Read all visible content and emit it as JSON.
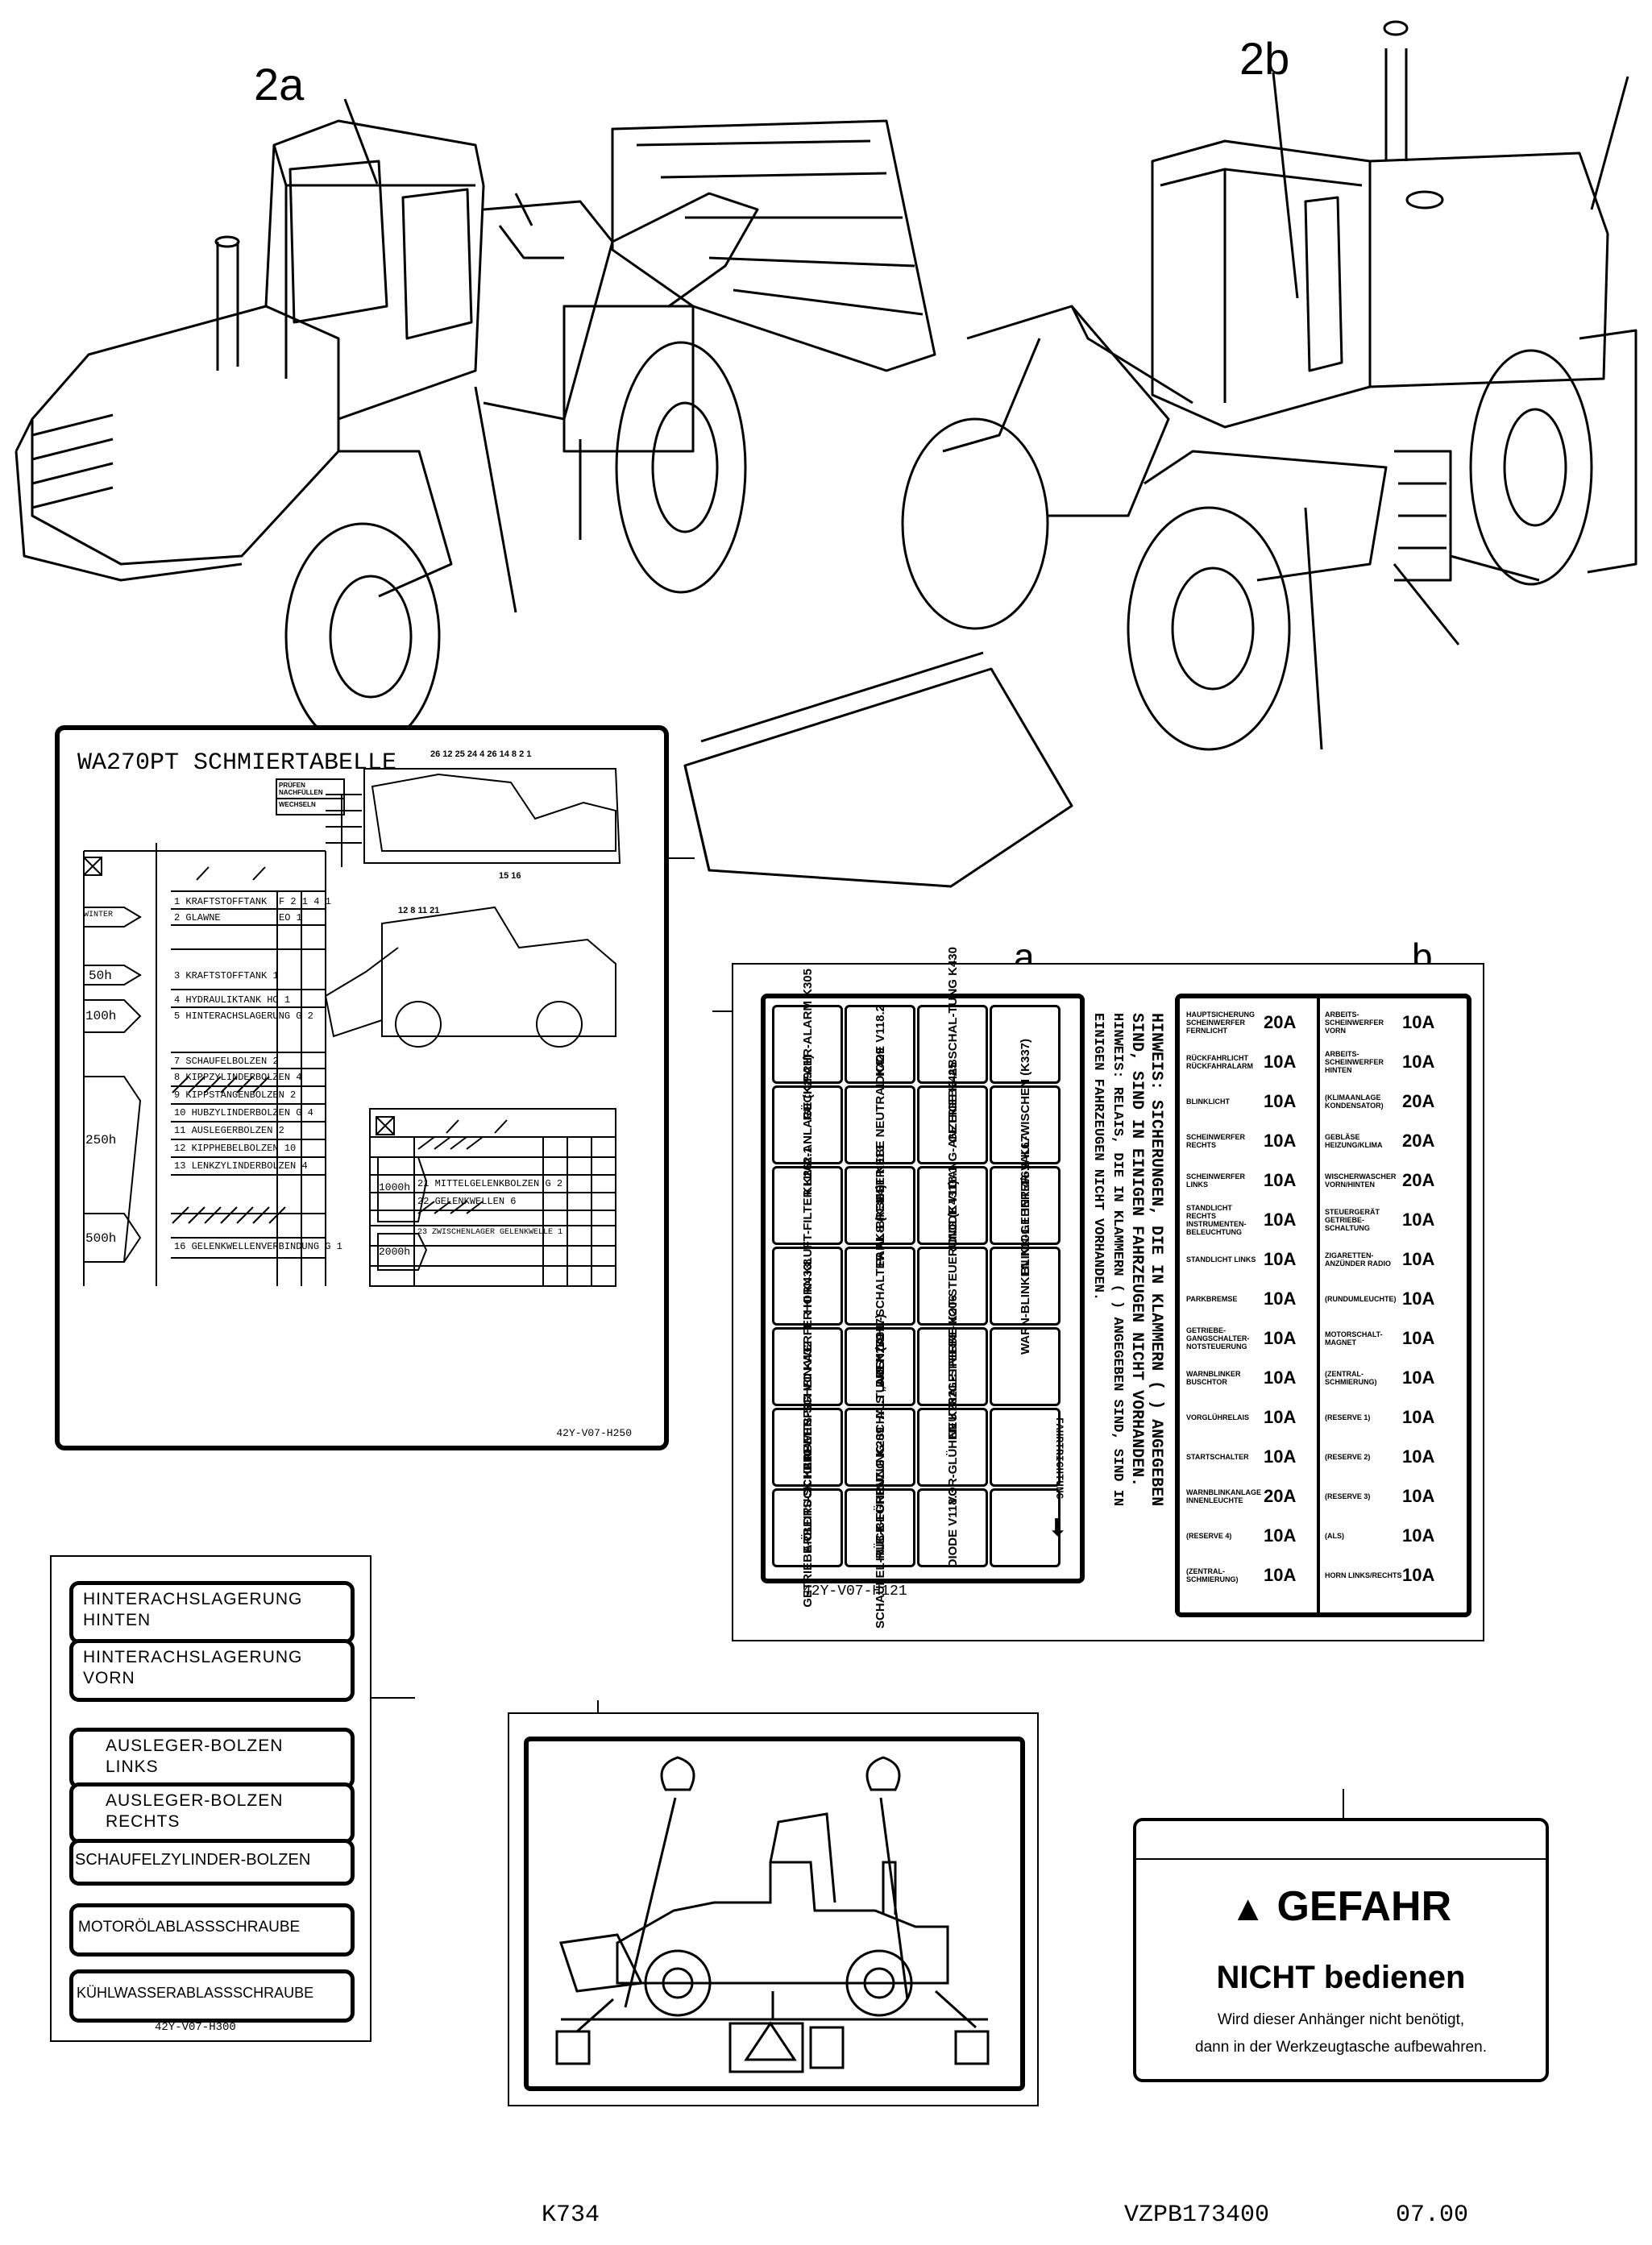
{
  "callouts": {
    "c2a": "2a",
    "c2b": "2b",
    "ca": "a",
    "cb": "b"
  },
  "schmier": {
    "title": "WA270PT SCHMIERTABELLE",
    "legend1": "PRÜFEN NACHFÜLLEN",
    "legend2": "WECHSELN",
    "intervals": [
      "WINTER",
      "50h",
      "100h",
      "250h",
      "500h",
      "1000h",
      "2000h"
    ],
    "rows": [
      {
        "no": "1",
        "name": "KRAFTSTOFFTANK",
        "col": "F",
        "val": "2 1 4",
        "q": "1"
      },
      {
        "no": "2",
        "name": "GLAWNE",
        "col": "EO",
        "val": "",
        "q": "1"
      },
      {
        "no": "3",
        "name": "KRAFTSTOFFTANK",
        "col": "",
        "val": "",
        "q": "1"
      },
      {
        "no": "4",
        "name": "HYDRAULIKTANK",
        "col": "HO",
        "val": "",
        "q": "1"
      },
      {
        "no": "5",
        "name": "HINTERACHSLAGERUNG",
        "col": "G",
        "val": "",
        "q": "2"
      },
      {
        "no": "7",
        "name": "SCHAUFELBOLZEN",
        "col": "",
        "val": "",
        "q": "2"
      },
      {
        "no": "8",
        "name": "KIPPZYLINDERBOLZEN",
        "col": "",
        "val": "",
        "q": "4"
      },
      {
        "no": "9",
        "name": "KIPPSTANGENBOLZEN",
        "col": "",
        "val": "",
        "q": "2"
      },
      {
        "no": "10",
        "name": "HUBZYLINDERBOLZEN",
        "col": "G",
        "val": "",
        "q": "4"
      },
      {
        "no": "11",
        "name": "AUSLEGERBOLZEN",
        "col": "",
        "val": "",
        "q": "2"
      },
      {
        "no": "12",
        "name": "KIPPHEBELBOLZEN",
        "col": "",
        "val": "",
        "q": "10"
      },
      {
        "no": "13",
        "name": "LENKZYLINDERBOLZEN",
        "col": "",
        "val": "",
        "q": "4"
      },
      {
        "no": "16",
        "name": "GELENKWELLENVERBINDUNG",
        "col": "G",
        "val": "",
        "q": "1"
      },
      {
        "no": "21",
        "name": "MITTELGELENKBOLZEN",
        "col": "G",
        "val": "",
        "q": "2"
      },
      {
        "no": "22",
        "name": "GELENKWELLEN",
        "col": "",
        "val": "",
        "q": "6"
      },
      {
        "no": "23",
        "name": "ZWISCHENLAGER GELENKWELLE",
        "col": "",
        "val": "",
        "q": "1"
      }
    ],
    "top_numbers": "26 12 25 24 4 26 14 8 2 1",
    "mid_numbers": "12 8 11 21",
    "bot_numbers": "15 16",
    "code": "42Y-V07-H250"
  },
  "fuse_a": {
    "cells": [
      [
        "RÜCK-FAHR-ALARM K305",
        "DIODE V118.2",
        "GETRIEBE-ABSCHAL-TUNG K430",
        ""
      ],
      [
        "KLIMA-ANLAGE (K2921)",
        "GETRIEBE NEUTRAL K429",
        "GANG-ANZEIGE K425",
        "INTER-VALL-WISCHEN (K337)"
      ],
      [
        "LUFT-FILTER K262.1",
        "PARK-BREMSE K313",
        "DIODE V118.1",
        "BLINK-GEBER 4/6.1 K67"
      ],
      [
        "HORN K8",
        "DREHZAHL-SCHALTER ALS (K314)",
        "GETRIEBE-NOT-STEUERUNG (K431)",
        "WARN-BLINKEN K101.1"
      ],
      [
        "ARBEITS-SCHEIN-WERFER HI K433",
        "ALS „AUS“ (K317)",
        "NEUTRAL-SPERRE K206",
        ""
      ],
      [
        "ARBEITS-SCHEIN-WERFER VO K432",
        "HUB-BEGRENZUNG-SCHALTUNG K139",
        "VOR-GLÜHEN K282",
        ""
      ],
      [
        "GETRIEBE-ÖLDRUCK K310",
        "SCHAUFEL-RÜCK-FÜHRUNG K209",
        "DIODE V118.3",
        ""
      ]
    ],
    "direction": "FAHRTRICHTUNG",
    "note": "HINWEIS: RELAIS, DIE IN KLAMMERN ( ) ANGEGEBEN SIND, SIND IN EINIGEN FAHRZEUGEN NICHT VORHANDEN."
  },
  "fuse_b": {
    "note": "HINWEIS: SICHERUNGEN, DIE IN KLAMMERN ( ) ANGEGEBEN SIND, SIND IN EINIGEN FAHRZEUGEN NICHT VORHANDEN.",
    "left": [
      {
        "n": "HAUPTSICHERUNG SCHEINWERFER FERNLICHT",
        "v": "20A"
      },
      {
        "n": "RÜCKFAHRLICHT RÜCKFAHRALARM",
        "v": "10A"
      },
      {
        "n": "BLINKLICHT",
        "v": "10A"
      },
      {
        "n": "SCHEINWERFER RECHTS",
        "v": "10A"
      },
      {
        "n": "SCHEINWERFER LINKS",
        "v": "10A"
      },
      {
        "n": "STANDLICHT RECHTS INSTRUMENTEN-BELEUCHTUNG",
        "v": "10A"
      },
      {
        "n": "STANDLICHT LINKS",
        "v": "10A"
      },
      {
        "n": "PARKBREMSE",
        "v": "10A"
      },
      {
        "n": "GETRIEBE-GANGSCHALTER-NOTSTEUERUNG",
        "v": "10A"
      },
      {
        "n": "WARNBLINKER BUSCHTOR",
        "v": "10A"
      },
      {
        "n": "VORGLÜHRELAIS",
        "v": "10A"
      },
      {
        "n": "STARTSCHALTER",
        "v": "10A"
      },
      {
        "n": "WARNBLINKANLAGE INNENLEUCHTE",
        "v": "20A"
      },
      {
        "n": "(RESERVE 4)",
        "v": "10A"
      },
      {
        "n": "(ZENTRAL-SCHMIERUNG)",
        "v": "10A"
      }
    ],
    "right": [
      {
        "n": "ARBEITS-SCHEINWERFER VORN",
        "v": "10A"
      },
      {
        "n": "ARBEITS-SCHEINWERFER HINTEN",
        "v": "10A"
      },
      {
        "n": "(KLIMAANLAGE KONDENSATOR)",
        "v": "20A"
      },
      {
        "n": "GEBLÄSE HEIZUNG/KLIMA",
        "v": "20A"
      },
      {
        "n": "WISCHERWASCHER VORN/HINTEN",
        "v": "20A"
      },
      {
        "n": "STEUERGERÄT GETRIEBE-SCHALTUNG",
        "v": "10A"
      },
      {
        "n": "ZIGARETTEN-ANZÜNDER RADIO",
        "v": "10A"
      },
      {
        "n": "(RUNDUMLEUCHTE)",
        "v": "10A"
      },
      {
        "n": "MOTORSCHALT-MAGNET",
        "v": "10A"
      },
      {
        "n": "(ZENTRAL-SCHMIERUNG)",
        "v": "10A"
      },
      {
        "n": "(RESERVE 1)",
        "v": "10A"
      },
      {
        "n": "(RESERVE 2)",
        "v": "10A"
      },
      {
        "n": "(RESERVE 3)",
        "v": "10A"
      },
      {
        "n": "(ALS)",
        "v": "10A"
      },
      {
        "n": "HORN LINKS/RECHTS",
        "v": "10A"
      }
    ],
    "code": "42Y-V07-H121"
  },
  "plates": {
    "p1": "HINTERACHSLAGERUNG",
    "p1b": "HINTEN",
    "p2": "HINTERACHSLAGERUNG",
    "p2b": "VORN",
    "p3": "AUSLEGER-BOLZEN",
    "p3b": "LINKS",
    "p4": "AUSLEGER-BOLZEN",
    "p4b": "RECHTS",
    "p5": "SCHAUFELZYLINDER-BOLZEN",
    "p6": "MOTORÖLABLASSSCHRAUBE",
    "p7": "KÜHLWASSERABLASSSCHRAUBE",
    "code": "42Y-V07-H300"
  },
  "gefahr": {
    "head": "GEFAHR",
    "line1": "NICHT bedienen",
    "line2": "Wird dieser Anhänger nicht benötigt,",
    "line3": "dann in der Werkzeugtasche aufbewahren."
  },
  "footer": {
    "left": "K734",
    "mid": "VZPB173400",
    "right": "07.00"
  }
}
